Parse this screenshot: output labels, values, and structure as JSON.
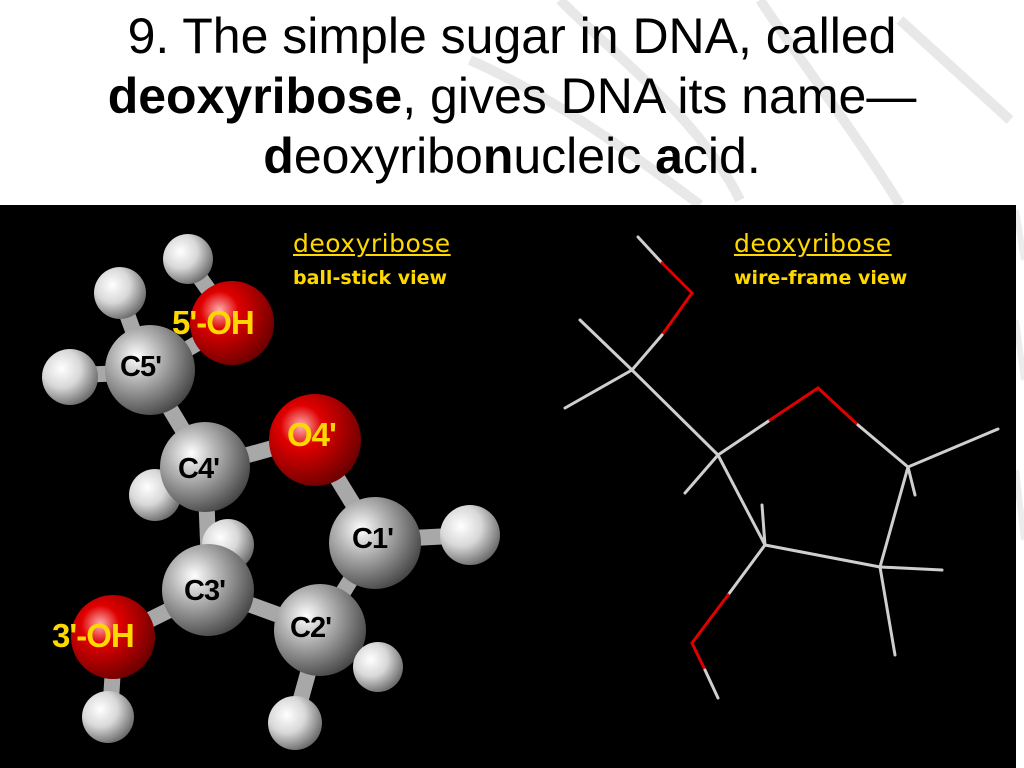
{
  "slide": {
    "title_part1": "9. The simple sugar in DNA, called",
    "title_bold_word": "deoxyribose",
    "title_part2": ", gives DNA its name—",
    "title_d": "d",
    "title_eoxyribo": "eoxyribo",
    "title_n": "n",
    "title_ucleic": "ucleic ",
    "title_a": "a",
    "title_cid": "cid."
  },
  "ball_stick": {
    "caption_title": "deoxyribose",
    "caption_sub": "ball-stick view",
    "labels": {
      "oh5": "5'-OH",
      "c5": "C5'",
      "o4": "O4'",
      "c4": "C4'",
      "c1": "C1'",
      "c3": "C3'",
      "c2": "C2'",
      "oh3": "3'-OH"
    }
  },
  "wire_frame": {
    "caption_title": "deoxyribose",
    "caption_sub": "wire-frame view"
  },
  "colors": {
    "caption_yellow": "#ffd800",
    "oxygen_red": "#e00000",
    "panel_black": "#000000"
  }
}
